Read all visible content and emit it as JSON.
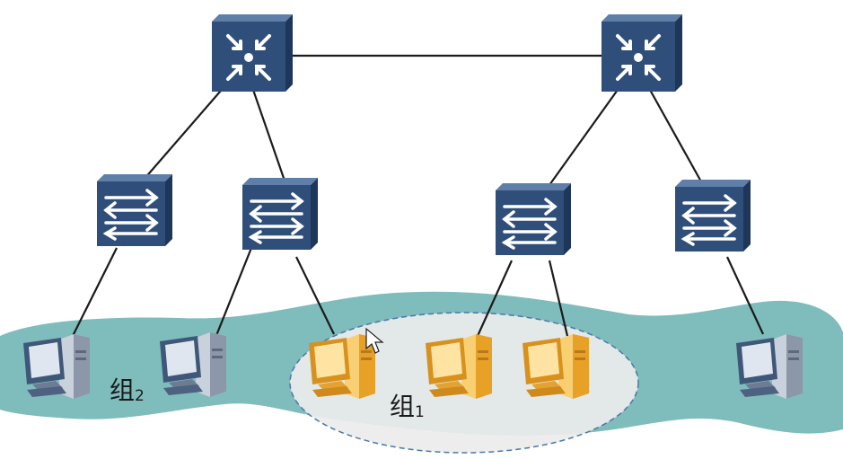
{
  "diagram": {
    "colors": {
      "region_fill": "#7fbcbc",
      "group1_fill": "#ececec",
      "group1_stroke": "#4a78a8",
      "link": "#1b1b1b",
      "device_front": "#2f4f7a",
      "device_top": "#5f7fa8",
      "device_side": "#1d3659",
      "pc_gray": "#a9b4c3",
      "pc_orange": "#f3b032"
    },
    "labels": {
      "group1_main": "组",
      "group1_sub": "1",
      "group2_main": "组",
      "group2_sub": "2"
    },
    "nodes": [
      {
        "id": "core-1",
        "kind": "core-switch"
      },
      {
        "id": "core-2",
        "kind": "core-switch"
      },
      {
        "id": "access-1",
        "kind": "access-switch"
      },
      {
        "id": "access-2",
        "kind": "access-switch"
      },
      {
        "id": "access-3",
        "kind": "access-switch"
      },
      {
        "id": "access-4",
        "kind": "access-switch"
      },
      {
        "id": "pc-1",
        "kind": "pc",
        "group": "2"
      },
      {
        "id": "pc-2",
        "kind": "pc",
        "group": "2"
      },
      {
        "id": "pc-3",
        "kind": "pc",
        "group": "1"
      },
      {
        "id": "pc-4",
        "kind": "pc",
        "group": "1"
      },
      {
        "id": "pc-5",
        "kind": "pc",
        "group": "1"
      },
      {
        "id": "pc-6",
        "kind": "pc",
        "group": "2"
      }
    ],
    "links": [
      [
        "core-1",
        "core-2"
      ],
      [
        "core-1",
        "access-1"
      ],
      [
        "core-1",
        "access-2"
      ],
      [
        "core-2",
        "access-3"
      ],
      [
        "core-2",
        "access-4"
      ],
      [
        "access-1",
        "pc-1"
      ],
      [
        "access-2",
        "pc-2"
      ],
      [
        "access-2",
        "pc-3"
      ],
      [
        "access-3",
        "pc-4"
      ],
      [
        "access-3",
        "pc-5"
      ],
      [
        "access-4",
        "pc-6"
      ]
    ],
    "icons": [
      "core-switch-icon",
      "access-switch-icon",
      "pc-icon",
      "mouse-pointer-icon"
    ]
  }
}
